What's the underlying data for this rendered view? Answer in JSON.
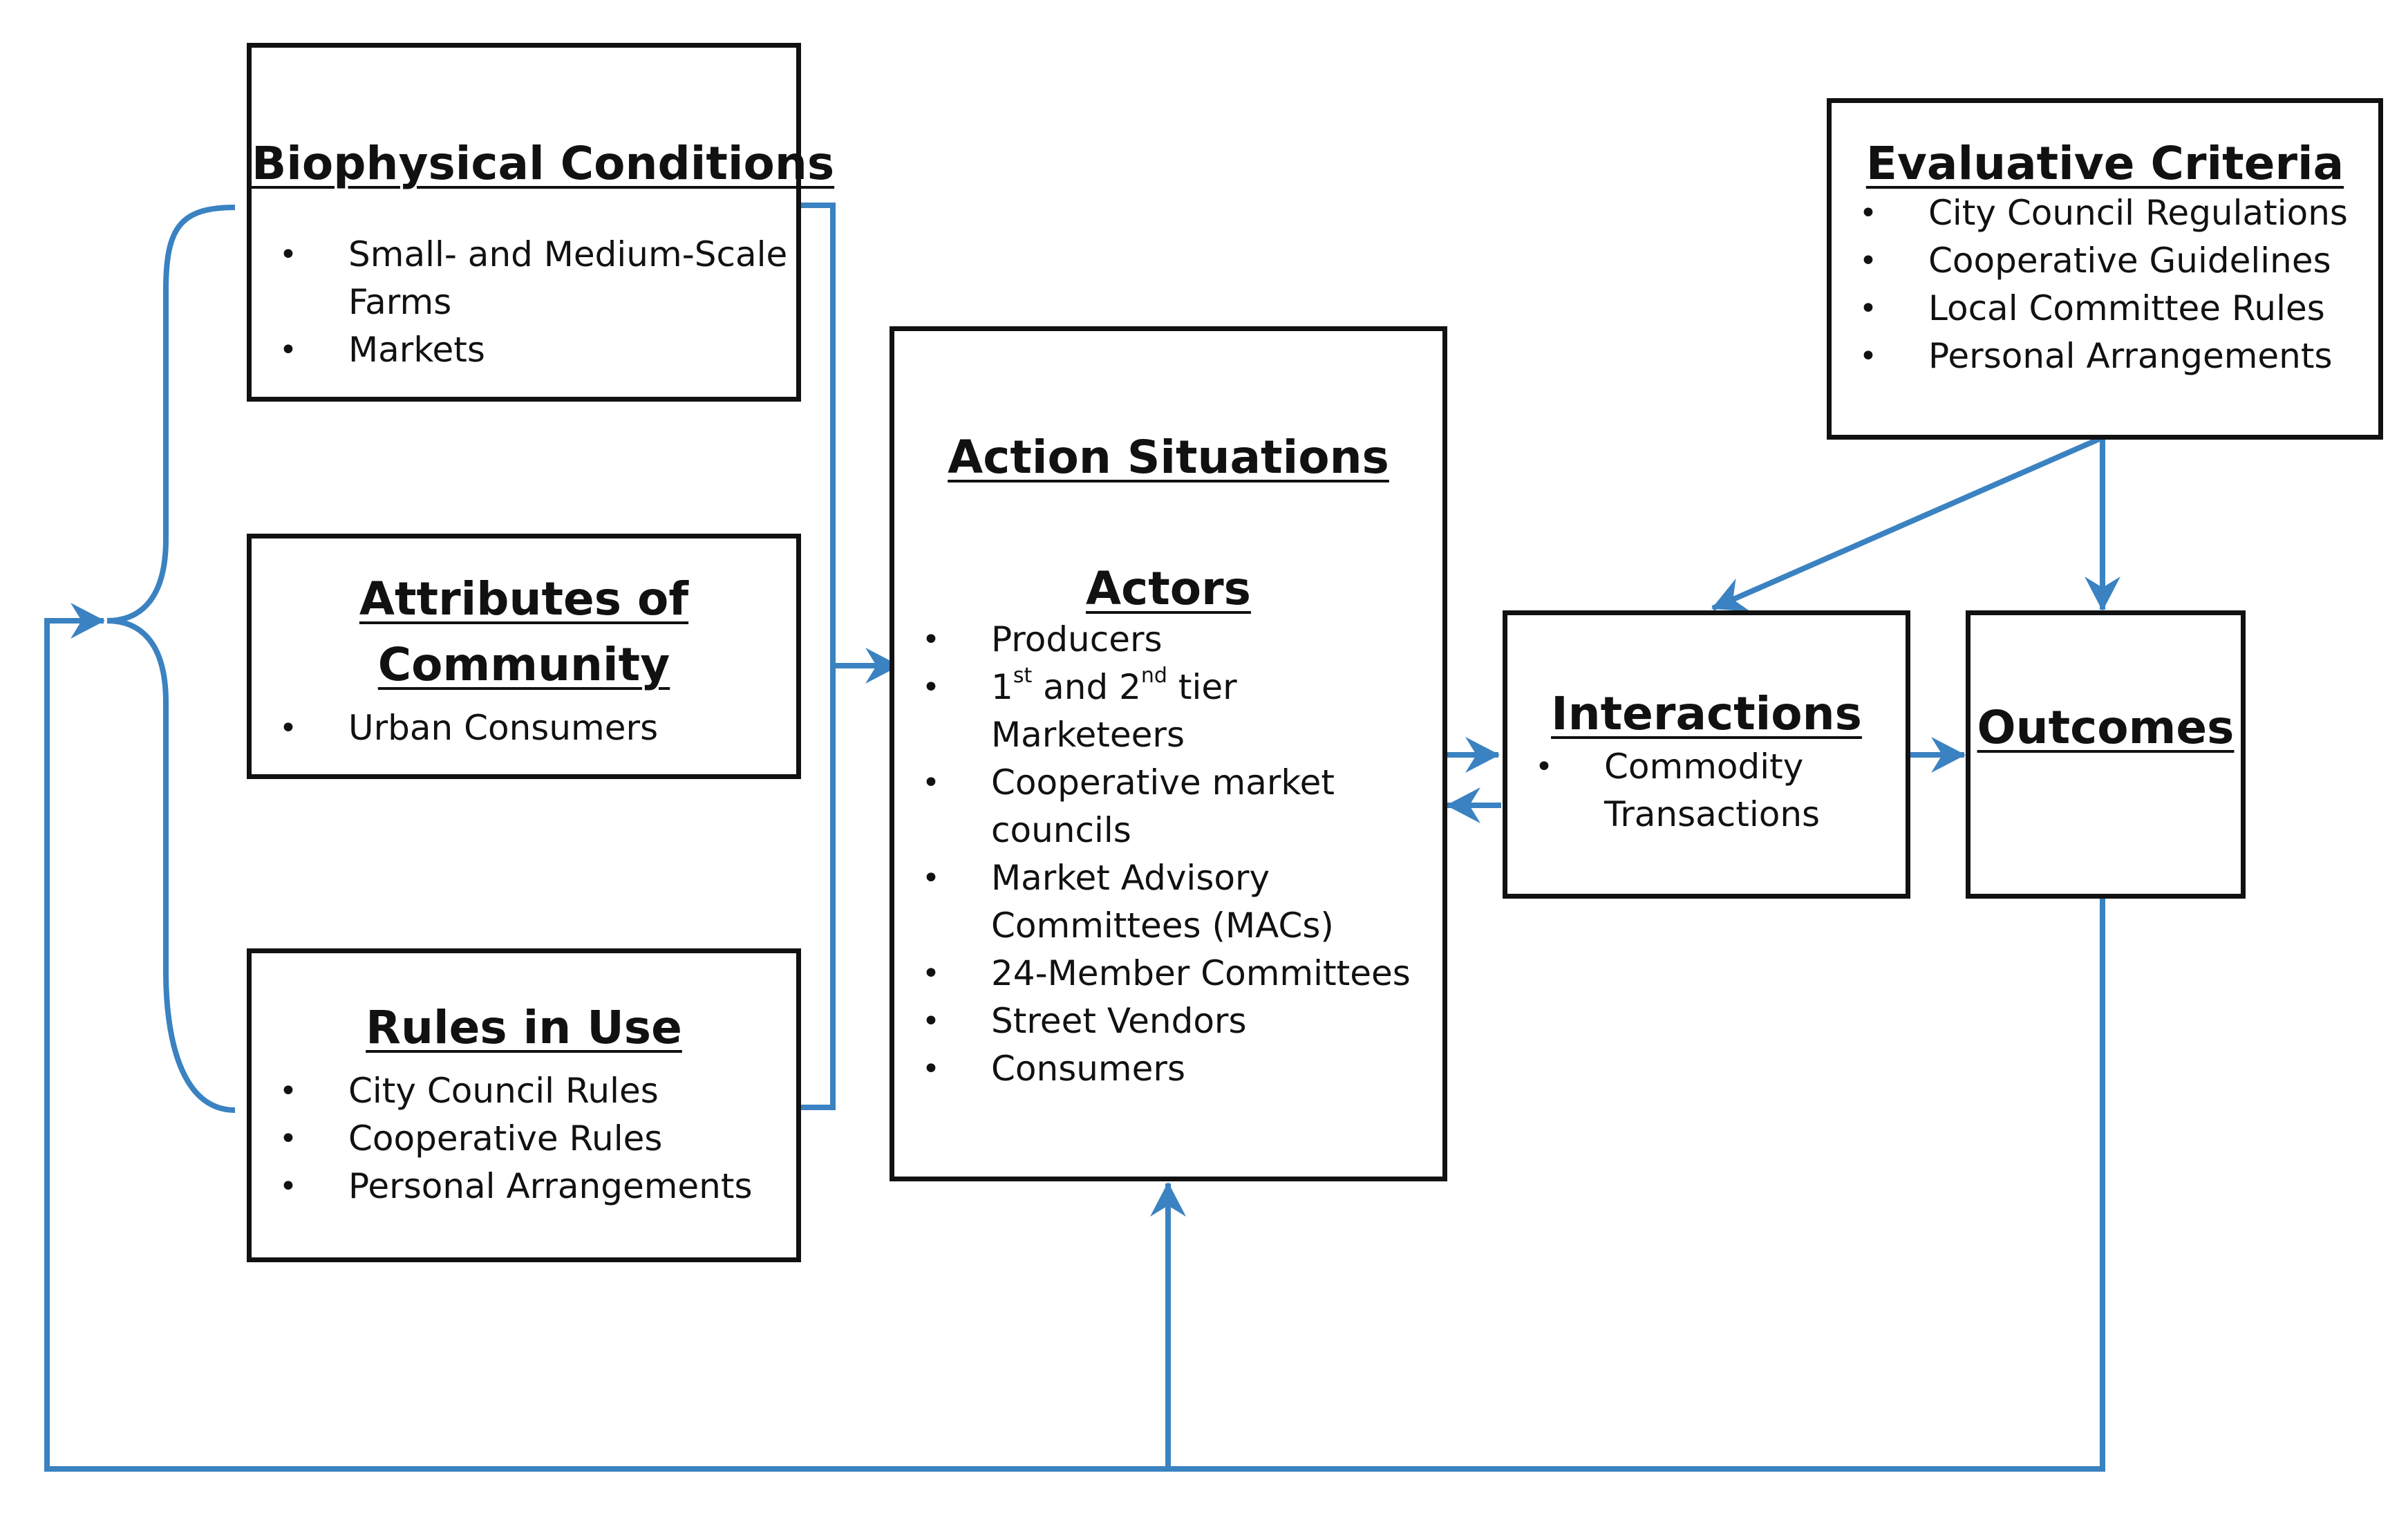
{
  "colors": {
    "connector": "#3a82c1",
    "border": "#111111"
  },
  "biophysical": {
    "title": "Biophysical Conditions",
    "items": [
      "Small- and Medium-Scale",
      "Farms",
      "Markets"
    ]
  },
  "community": {
    "title_line1": "Attributes of",
    "title_line2": "Community",
    "items": [
      "Urban Consumers"
    ]
  },
  "rules": {
    "title": "Rules in Use",
    "items": [
      "City Council Rules",
      "Cooperative Rules",
      "Personal Arrangements"
    ]
  },
  "action": {
    "title": "Action Situations",
    "actors_title": "Actors",
    "items": {
      "producers": "Producers",
      "tier_1": "1",
      "tier_1_sup": "st",
      "tier_and": " and 2",
      "tier_2_sup": "nd",
      "tier_word": " tier",
      "marketeers": "Marketeers",
      "coop_1": "Cooperative market",
      "coop_2": "councils",
      "mac_1": "Market Advisory",
      "mac_2": "Committees (MACs)",
      "member_committees": "24-Member Committees",
      "street_vendors": "Street Vendors",
      "consumers": "Consumers"
    }
  },
  "evaluative": {
    "title": "Evaluative Criteria",
    "items": [
      "City Council Regulations",
      "Cooperative Guidelines",
      "Local Committee Rules",
      "Personal Arrangements"
    ]
  },
  "interactions": {
    "title": "Interactions",
    "items": [
      "Commodity",
      "Transactions"
    ]
  },
  "outcomes": {
    "title": "Outcomes"
  }
}
